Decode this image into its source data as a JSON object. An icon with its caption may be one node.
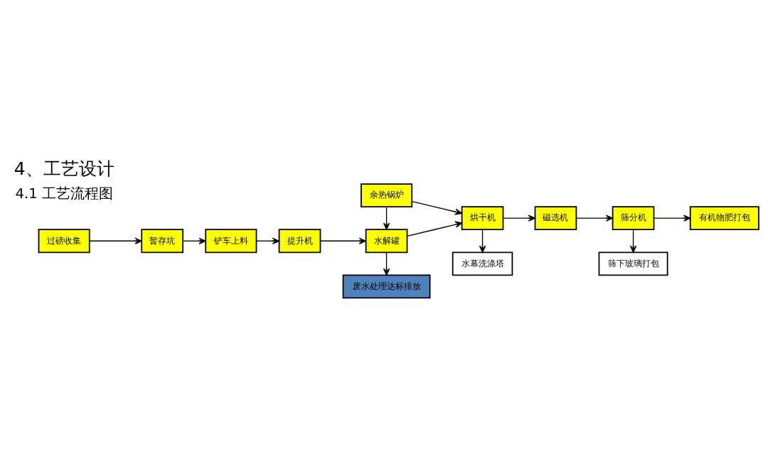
{
  "diagram": {
    "title": "4、工艺设计",
    "nodes": [
      {
        "text": [
          "过磅收集"
        ]
      },
      {
        "text": [
          "暂存坑"
        ]
      },
      {
        "text": [
          "铲车上料"
        ]
      },
      {
        "text": [
          "提升机"
        ]
      },
      {
        "text": [
          "余热锅炉"
        ]
      },
      {
        "text": [
          "水解罐"
        ]
      },
      {
        "text": [
          "水幕洗涤塔"
        ]
      },
      {
        "text": [
          "烘干机"
        ]
      },
      {
        "text": [
          "磁选机"
        ]
      },
      {
        "text": [
          "筛分机"
        ]
      },
      {
        "text": [
          "有机物肥打包"
        ]
      },
      {
        "text": [
          "废水处理达标排放"
        ]
      },
      {
        "text": [
          "筛下玻璃打包"
        ]
      }
    ],
    "edges": [
      {
        "from": 0,
        "to": 1,
        "arrow": "to"
      },
      {
        "from": 1,
        "to": 2,
        "arrow": "to"
      },
      {
        "from": 2,
        "to": 3,
        "arrow": "to"
      },
      {
        "from": 3,
        "to": 5,
        "arrow": "to"
      },
      {
        "from": 4,
        "to": 5,
        "arrow": "to"
      },
      {
        "from": 4,
        "to": 7,
        "arrow": "to"
      },
      {
        "from": 5,
        "to": 7,
        "arrow": "to"
      },
      {
        "from": 5,
        "to": 11,
        "arrow": "to"
      },
      {
        "from": 7,
        "to": 6,
        "arrow": "to"
      },
      {
        "from": 7,
        "to": 8,
        "arrow": "to"
      },
      {
        "from": 8,
        "to": 9,
        "arrow": "to"
      },
      {
        "from": 9,
        "to": 10,
        "arrow": "to"
      },
      {
        "from": 9,
        "to": 12,
        "arrow": "to"
      }
    ],
    "labels": [
      "4.1 工艺流程图"
    ]
  }
}
